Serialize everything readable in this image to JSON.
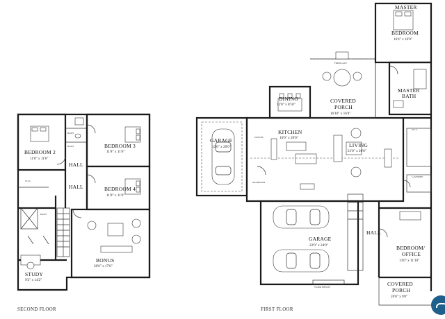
{
  "labels": {
    "second_floor": "SECOND FLOOR",
    "first_floor": "FIRST FLOOR"
  },
  "second_floor_rooms": {
    "bedroom2": {
      "name": "BEDROOM 2",
      "dim": "11'8\" x 11'6\""
    },
    "bedroom3": {
      "name": "BEDROOM 3",
      "dim": "11'8\" x 11'6\""
    },
    "bedroom4": {
      "name": "BEDROOM 4",
      "dim": "11'8\" x 11'6\""
    },
    "hall_upper": "HALL",
    "hall_lower": "HALL",
    "bonus": {
      "name": "BONUS",
      "dim": "20'6\" x 17'0\""
    },
    "study": {
      "name": "STUDY",
      "dim": "9'2\" x 14'2\""
    },
    "bath_a": "BATH",
    "bath_b": "BATH",
    "walkin": "W.I.C.",
    "bath_c": "BATH"
  },
  "first_floor_rooms": {
    "master": {
      "name_line1": "MASTER",
      "name_line2": "BEDROOM",
      "dim": "16'4\" x 16'0\""
    },
    "master_bath": {
      "name_line1": "MASTER",
      "name_line2": "BATH"
    },
    "dining": {
      "name": "DINING",
      "dim": "12'0\" x 8'10\""
    },
    "covered_porch_rear": {
      "name_line1": "COVERED",
      "name_line2": "PORCH",
      "dim": "16'10\" x 16'4\""
    },
    "fireplace": "FIREPLACE",
    "kitchen": {
      "name": "KITCHEN",
      "dim": "16'0\" x 20'0\""
    },
    "living": {
      "name": "LIVING",
      "dim": "21'0\" x 20'0\""
    },
    "garage_side": {
      "name": "GARAGE",
      "dim": "12'0\" x 20'0\""
    },
    "pantry": "PANTRY",
    "mudroom": "MUDROOM",
    "walkin": "W.I.C.",
    "laundry": "LAUNDRY",
    "garage_main": {
      "name": "GARAGE",
      "dim": "22'0\" x 24'0\""
    },
    "hall": "HALL",
    "bedroom_office": {
      "name_line1": "BEDROOM/",
      "name_line2": "OFFICE",
      "dim": "13'0\" x 11'10\""
    },
    "covered_porch_front": {
      "name_line1": "COVERED",
      "name_line2": "PORCH",
      "dim": "20'0\" x 9'0\""
    },
    "workbench": "WORK BENCH"
  },
  "colors": {
    "badge": "#1f5f8b",
    "line": "#1a1a1a"
  },
  "icons": {
    "badge": "logo-badge-icon"
  }
}
